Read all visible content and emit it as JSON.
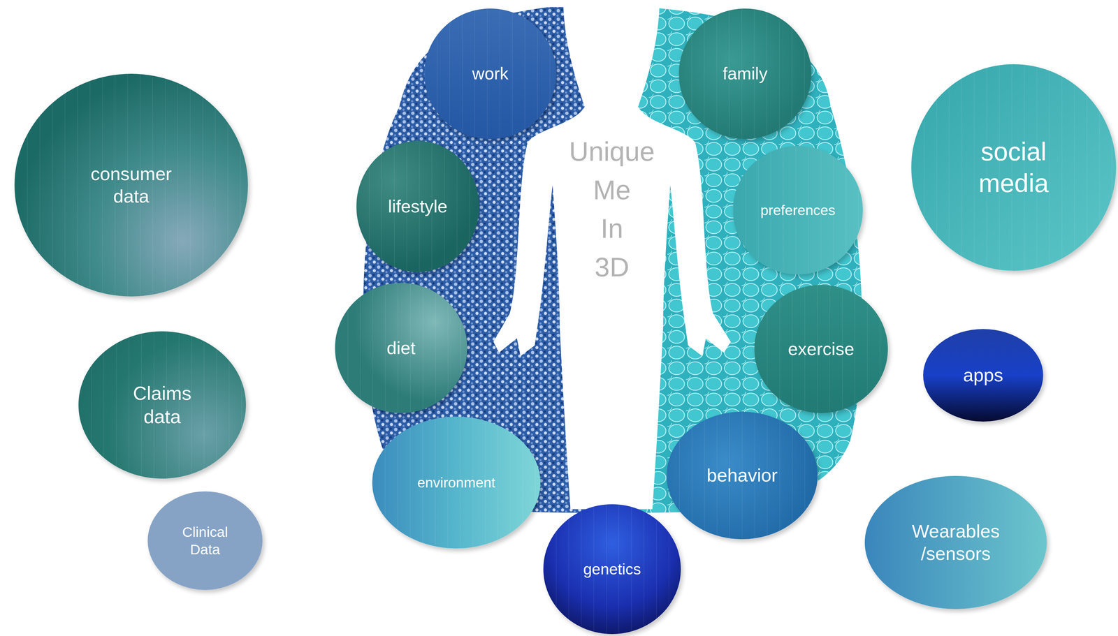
{
  "diagram": {
    "nodes": [
      {
        "text": [
          "consumer data"
        ]
      },
      {
        "text": [
          "Claims data"
        ]
      },
      {
        "text": [
          "Clinical Data"
        ]
      },
      {
        "text": [
          "work"
        ]
      },
      {
        "text": [
          "lifestyle"
        ]
      },
      {
        "text": [
          "diet"
        ]
      },
      {
        "text": [
          "environment"
        ]
      },
      {
        "text": [
          "Unique Me In 3D"
        ]
      },
      {
        "text": [
          "genetics"
        ]
      },
      {
        "text": [
          "family"
        ]
      },
      {
        "text": [
          "preferences"
        ]
      },
      {
        "text": [
          "exercise"
        ]
      },
      {
        "text": [
          "behavior"
        ]
      },
      {
        "text": [
          "social media"
        ]
      },
      {
        "text": [
          "apps"
        ]
      },
      {
        "text": [
          "Wearables /sensors"
        ]
      }
    ]
  }
}
